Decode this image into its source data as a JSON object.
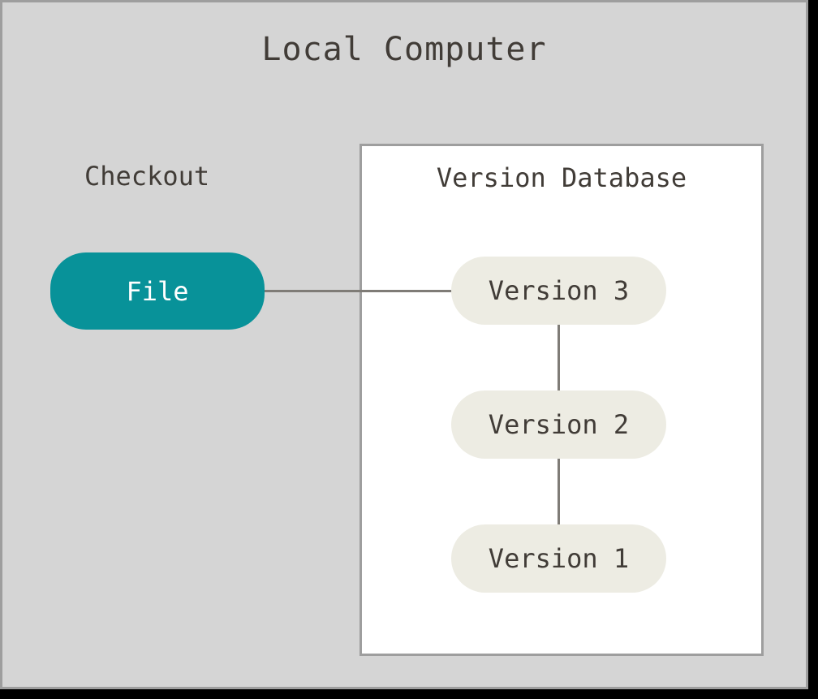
{
  "diagram": {
    "title": "Local Computer",
    "background_color": "#d5d5d5",
    "frame_border_color": "#9e9e9e",
    "text_color": "#413c37"
  },
  "checkout": {
    "label": "Checkout",
    "file_node": {
      "label": "File",
      "fill_color": "#089299",
      "text_color": "#ffffff"
    }
  },
  "version_database": {
    "title": "Version Database",
    "panel_background": "#ffffff",
    "panel_border_color": "#9e9e9e",
    "node_fill_color": "#edece3",
    "versions": [
      {
        "label": "Version 3"
      },
      {
        "label": "Version 2"
      },
      {
        "label": "Version 1"
      }
    ]
  },
  "connectors": {
    "color": "#7f7c77",
    "edges": [
      {
        "from": "File",
        "to": "Version 3"
      },
      {
        "from": "Version 3",
        "to": "Version 2"
      },
      {
        "from": "Version 2",
        "to": "Version 1"
      }
    ]
  }
}
